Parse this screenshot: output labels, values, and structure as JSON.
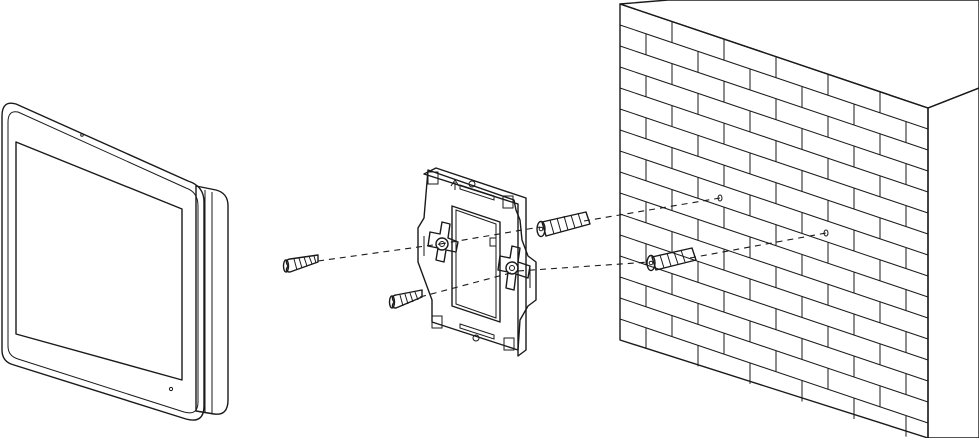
{
  "diagram": {
    "type": "wall-mount-installation",
    "components": [
      "monitor",
      "mounting-bracket",
      "screw-upper",
      "screw-lower",
      "wall-anchor-upper",
      "wall-anchor-lower",
      "brick-wall"
    ],
    "colors": {
      "line": "#1a1a1a",
      "background": "#ffffff",
      "fill": "#ffffff"
    }
  }
}
